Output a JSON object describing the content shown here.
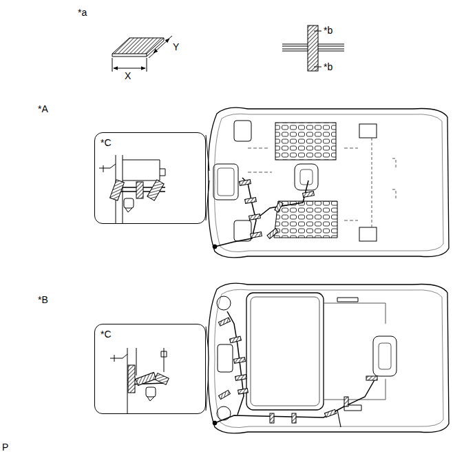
{
  "diagram": {
    "nodes": [
      {
        "text": [
          "*C"
        ]
      },
      {
        "text": [
          "*C"
        ]
      }
    ],
    "labels": [
      "*a",
      "X",
      "Y",
      "*b",
      "*b",
      "*A",
      "*B",
      "P"
    ]
  }
}
